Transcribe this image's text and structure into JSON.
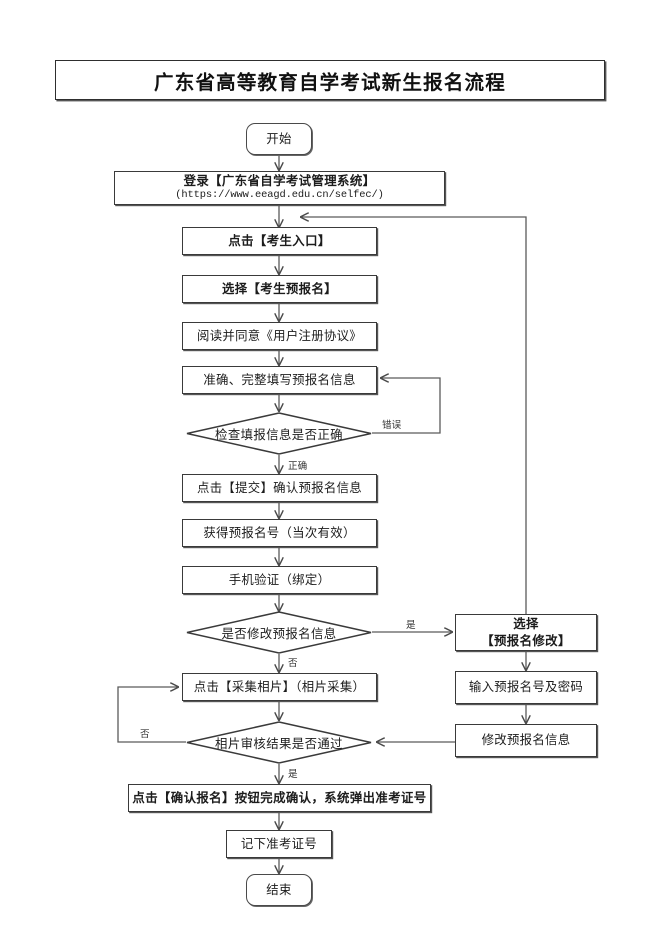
{
  "document": {
    "title": "广东省高等教育自学考试新生报名流程",
    "type": "flowchart"
  },
  "nodes": {
    "start": {
      "label": "开始",
      "shape": "terminator"
    },
    "login": {
      "label": "登录【广东省自学考试管理系统】",
      "url": "(https://www.eeagd.edu.cn/selfec/)",
      "shape": "process"
    },
    "candidate_entry": {
      "label": "点击【考生入口】",
      "shape": "process"
    },
    "pre_register": {
      "label": "选择【考生预报名】",
      "shape": "process"
    },
    "agreement": {
      "label": "阅读并同意《用户注册协议》",
      "shape": "process"
    },
    "fill_info": {
      "label": "准确、完整填写预报名信息",
      "shape": "process"
    },
    "check_info": {
      "label": "检查填报信息是否正确",
      "shape": "decision"
    },
    "submit": {
      "label": "点击【提交】确认预报名信息",
      "shape": "process"
    },
    "get_number": {
      "label": "获得预报名号（当次有效）",
      "shape": "process"
    },
    "phone_verify": {
      "label": "手机验证（绑定）",
      "shape": "process"
    },
    "modify_decision": {
      "label": "是否修改预报名信息",
      "shape": "decision"
    },
    "photo_collect": {
      "label": "点击【采集相片】（相片采集）",
      "shape": "process"
    },
    "photo_audit": {
      "label": "相片审核结果是否通过",
      "shape": "decision"
    },
    "confirm_register": {
      "label": "点击【确认报名】按钮完成确认，系统弹出准考证号",
      "shape": "process"
    },
    "record_number": {
      "label": "记下准考证号",
      "shape": "process"
    },
    "end": {
      "label": "结束",
      "shape": "terminator"
    },
    "select_modify_line1": {
      "label": "选择",
      "shape": "process"
    },
    "select_modify_line2": {
      "label": "【预报名修改】",
      "shape": "process"
    },
    "input_credentials": {
      "label": "输入预报名号及密码",
      "shape": "process"
    },
    "modify_info": {
      "label": "修改预报名信息",
      "shape": "process"
    }
  },
  "edge_labels": {
    "error": "错误",
    "correct": "正确",
    "yes_modify": "是",
    "no_modify": "否",
    "no_audit": "否",
    "yes_audit": "是"
  },
  "colors": {
    "line": "#4a4a4a",
    "border": "#3a3a3a",
    "text": "#1c1c1c",
    "background": "#ffffff"
  }
}
